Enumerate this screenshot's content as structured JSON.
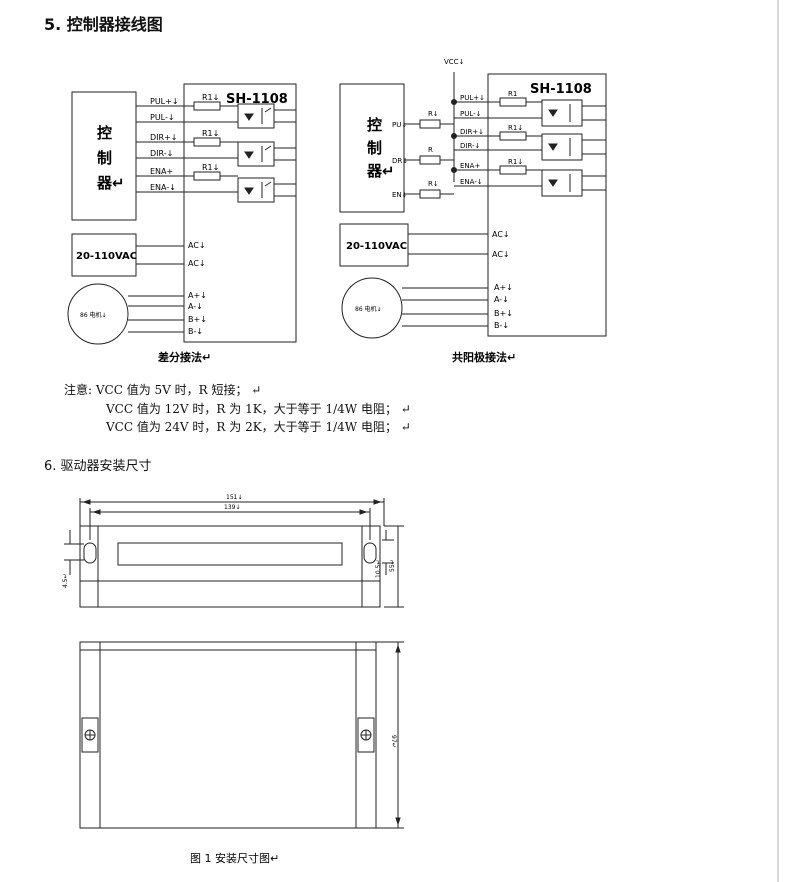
{
  "section5": {
    "title": "5.  控制器接线图"
  },
  "wiring_left": {
    "model": "SH-1108",
    "controller": [
      "控",
      "制",
      "器↵"
    ],
    "signals": [
      "PUL+↓",
      "PUL-↓",
      "DIR+↓",
      "DIR-↓",
      "ENA+",
      "ENA-↓"
    ],
    "resistors": [
      "R1↓",
      "R1↓",
      "R1↓"
    ],
    "power": "20-110VAC",
    "ac": [
      "AC↓",
      "AC↓"
    ],
    "motor": "86 电机↓",
    "motor_pins": [
      "A+↓",
      "A-↓",
      "B+↓",
      "B-↓"
    ],
    "caption": "差分接法↵"
  },
  "wiring_right": {
    "model": "SH-1108",
    "vcc": "VCC↓",
    "controller": [
      "控",
      "制",
      "器↵"
    ],
    "ctrl_pins": [
      "PU↓",
      "DR↓",
      "EN↓"
    ],
    "r_labels": [
      "R↓",
      "R",
      "R↓"
    ],
    "signals": [
      "PUL+↓",
      "PUL-↓",
      "DIR+↓",
      "DIR-↓",
      "ENA+",
      "ENA-↓"
    ],
    "resistors": [
      "R1",
      "R1↓",
      "R1↓"
    ],
    "power": "20-110VAC",
    "ac": [
      "AC↓",
      "AC↓"
    ],
    "motor": "86 电机↓",
    "motor_pins": [
      "A+↓",
      "A-↓",
      "B+↓",
      "B-↓"
    ],
    "caption": "共阳极接法↵"
  },
  "notes": [
    "注意: VCC 值为 5V 时，R 短接； ↵",
    "VCC 值为 12V 时，R 为 1K，大于等于 1/4W 电阻； ↵",
    "VCC 值为 24V 时，R 为 2K，大于等于 1/4W 电阻； ↵"
  ],
  "section6": {
    "title": "6.  驱动器安装尺寸"
  },
  "dimensions": {
    "overall_width": "151↓",
    "hole_spacing": "139↓",
    "slot_offset": "4.5↵",
    "side_height": "10.5↵",
    "total_height": "55↵",
    "depth": "97↵"
  },
  "figure_caption": "图 1   安装尺寸图↵",
  "colors": {
    "line": "#222222",
    "right_border": "#d8d8d8"
  }
}
